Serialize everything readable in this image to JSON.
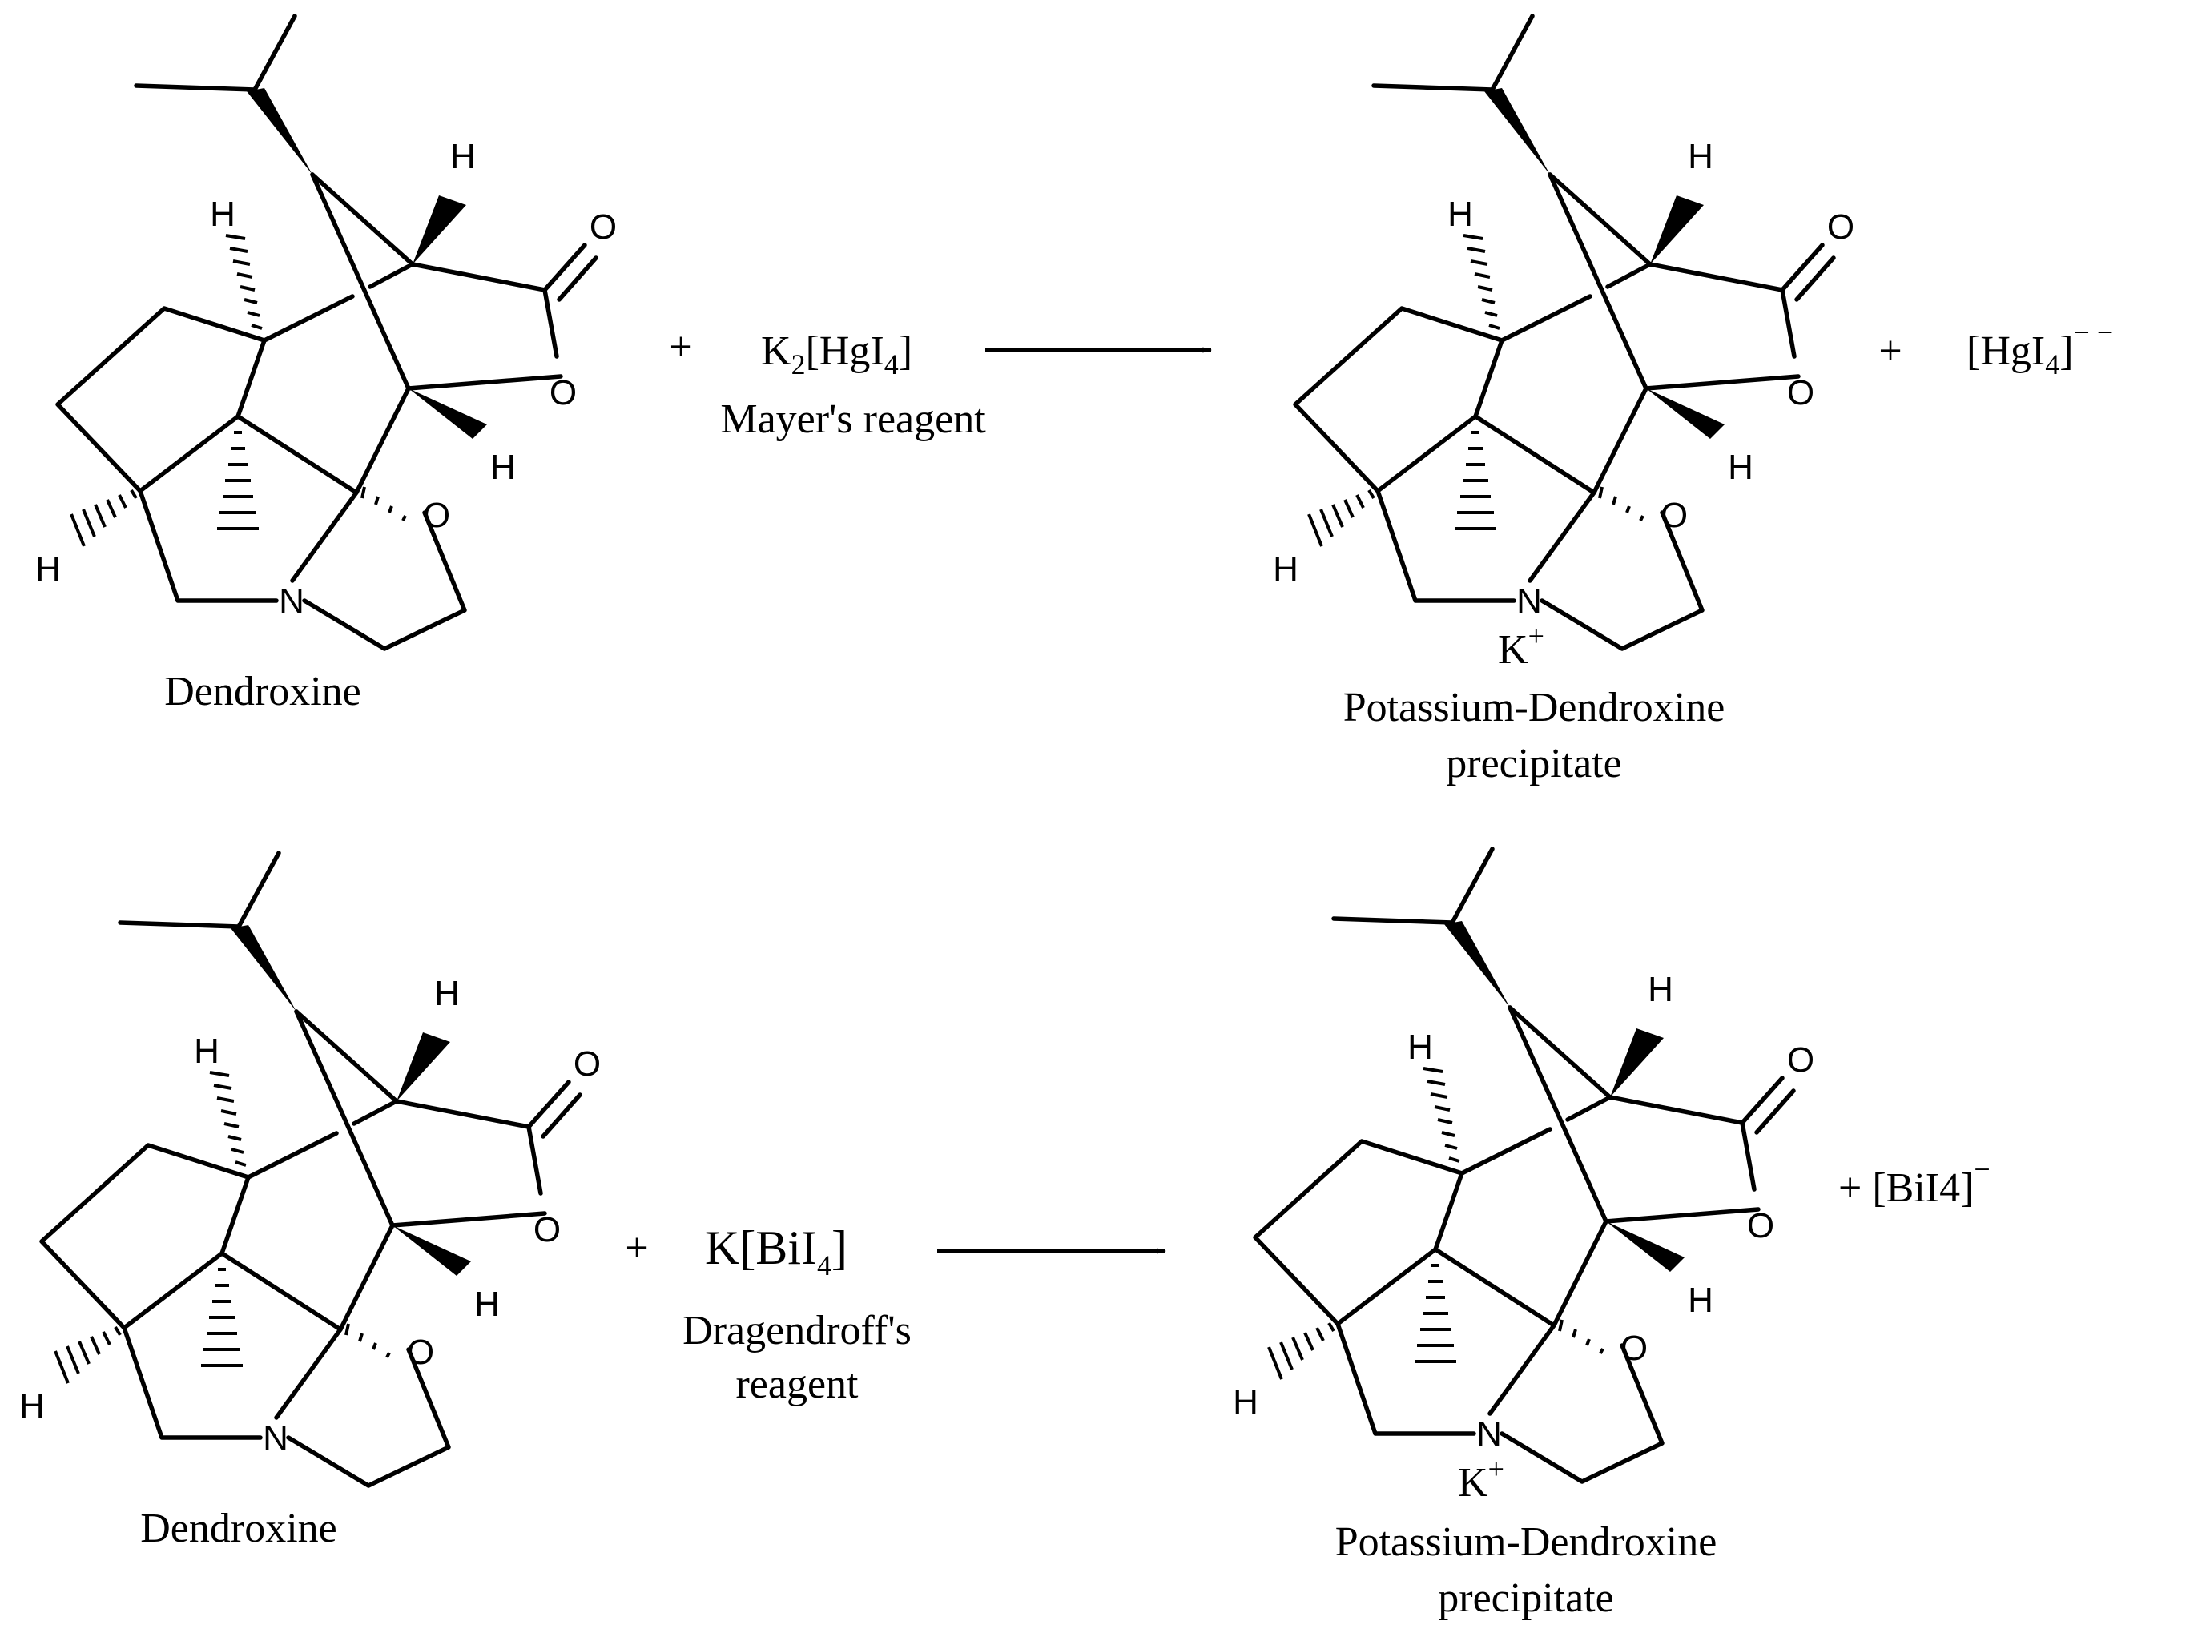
{
  "atoms": {
    "O": "O",
    "N": "N",
    "H": "H"
  },
  "reactions": [
    {
      "reactant_name": "Dendroxine",
      "plus1": "+",
      "reagent_symbol": "K",
      "reagent_sub1": "2",
      "reagent_mid": "[HgI",
      "reagent_sub2": "4",
      "reagent_close": "]",
      "reagent_name": "Mayer's reagent",
      "product_cation": "K",
      "product_cation_charge": "+",
      "product_name_line1": "Potassium-Dendroxine",
      "product_name_line2": "precipitate",
      "plus2": "+",
      "byproduct_main": "[HgI",
      "byproduct_sub": "4",
      "byproduct_close": "]",
      "byproduct_charge": "− −"
    },
    {
      "reactant_name": "Dendroxine",
      "plus1": "+",
      "reagent_main": "K[BiI",
      "reagent_sub": "4",
      "reagent_close": "]",
      "reagent_name_line1": "Dragendroff's",
      "reagent_name_line2": "reagent",
      "product_cation": "K",
      "product_cation_charge": "+",
      "product_name_line1": "Potassium-Dendroxine",
      "product_name_line2": "precipitate",
      "byproduct_text": "+ [BiI4]",
      "byproduct_charge": "−"
    }
  ]
}
